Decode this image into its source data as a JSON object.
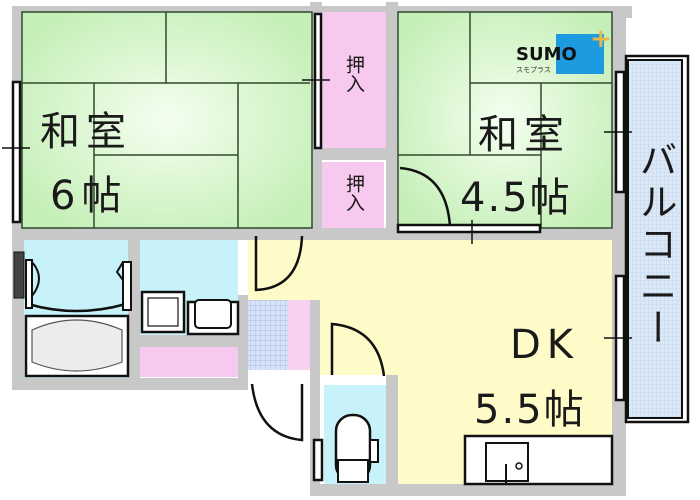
{
  "floor_plan": {
    "rooms": {
      "washitsu_6": {
        "name": "和室",
        "size": "6帖"
      },
      "washitsu_4_5": {
        "name": "和室",
        "size": "4.5帖"
      },
      "dk": {
        "name": "DK",
        "size": "5.5帖"
      },
      "closet_upper": {
        "name": "押入"
      },
      "closet_lower": {
        "name": "押入"
      },
      "balcony": {
        "name": "バルコニー"
      }
    },
    "logo": {
      "brand": "SUMO",
      "sub": "スモプラス",
      "plus": "+"
    },
    "colors": {
      "tatami": "#d4f5c8",
      "closet": "#f7c9ef",
      "wet_area": "#c8f2fa",
      "dk_floor": "#fffbc8",
      "balcony": "#dbe8f7",
      "wall": "#c8c8c8",
      "logo_blue": "#1e9ae0",
      "logo_plus": "#e8b64a"
    }
  }
}
